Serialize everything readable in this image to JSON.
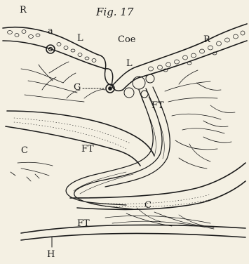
{
  "figure": {
    "title": "Fig. 17",
    "colors": {
      "background": "#f4f0e3",
      "ink": "#1a1a1a"
    },
    "labels": {
      "R": "R",
      "a": "a",
      "L_left": "L",
      "Coe": "Coe",
      "R_right": "R",
      "L_right": "L",
      "G": "G",
      "FT_upper": "FT",
      "C_left": "C",
      "FT_middle": "FT",
      "C_right": "C",
      "FT_lower": "FT",
      "H": "H"
    }
  }
}
